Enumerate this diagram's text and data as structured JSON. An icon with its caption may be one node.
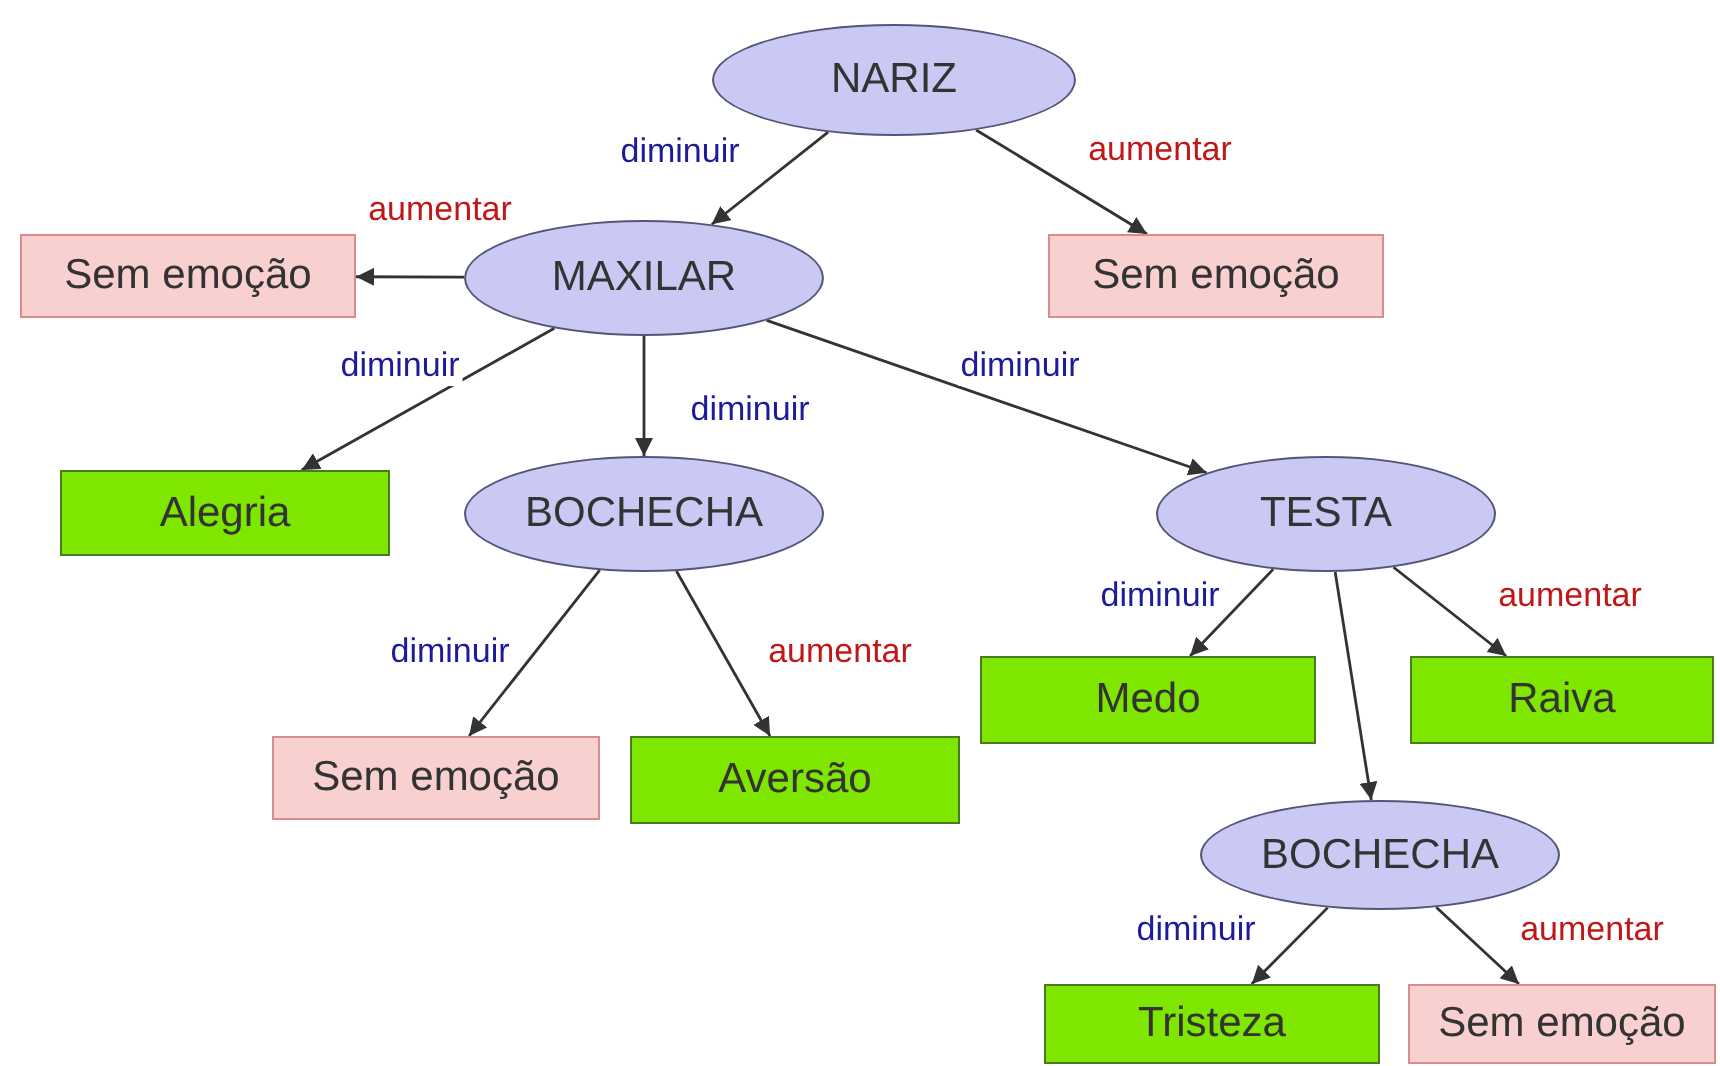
{
  "diagram": {
    "nodes": [
      {
        "text": [
          "NARIZ"
        ]
      },
      {
        "text": [
          "MAXILAR"
        ]
      },
      {
        "text": [
          "Sem emoção"
        ]
      },
      {
        "text": [
          "Sem emoção"
        ]
      },
      {
        "text": [
          "Alegria"
        ]
      },
      {
        "text": [
          "BOCHECHA"
        ]
      },
      {
        "text": [
          "TESTA"
        ]
      },
      {
        "text": [
          "Sem emoção"
        ]
      },
      {
        "text": [
          "Aversão"
        ]
      },
      {
        "text": [
          "Medo"
        ]
      },
      {
        "text": [
          "Raiva"
        ]
      },
      {
        "text": [
          "BOCHECHA"
        ]
      },
      {
        "text": [
          "Tristeza"
        ]
      },
      {
        "text": [
          "Sem emoção"
        ]
      }
    ],
    "edges": [
      {
        "from": 0,
        "to": 1,
        "arrow": "to",
        "label": "diminuir"
      },
      {
        "from": 0,
        "to": 3,
        "arrow": "to",
        "label": "aumentar"
      },
      {
        "from": 1,
        "to": 2,
        "arrow": "to",
        "label": "aumentar"
      },
      {
        "from": 1,
        "to": 4,
        "arrow": "to",
        "label": "diminuir"
      },
      {
        "from": 1,
        "to": 5,
        "arrow": "to",
        "label": "diminuir"
      },
      {
        "from": 1,
        "to": 6,
        "arrow": "to",
        "label": "diminuir"
      },
      {
        "from": 5,
        "to": 7,
        "arrow": "to",
        "label": "diminuir"
      },
      {
        "from": 5,
        "to": 8,
        "arrow": "to",
        "label": "aumentar"
      },
      {
        "from": 6,
        "to": 9,
        "arrow": "to",
        "label": "diminuir"
      },
      {
        "from": 6,
        "to": 10,
        "arrow": "to",
        "label": "aumentar"
      },
      {
        "from": 6,
        "to": 11,
        "arrow": "to"
      },
      {
        "from": 11,
        "to": 12,
        "arrow": "to",
        "label": "diminuir"
      },
      {
        "from": 11,
        "to": 13,
        "arrow": "to",
        "label": "aumentar"
      }
    ]
  }
}
